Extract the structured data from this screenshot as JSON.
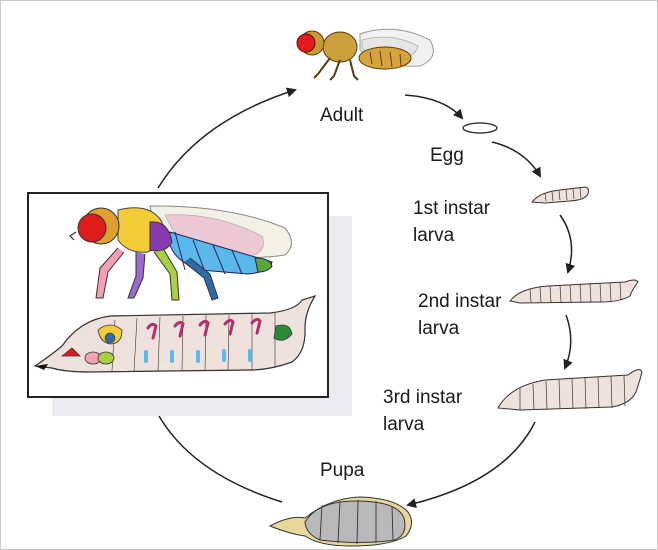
{
  "stages": {
    "adult": "Adult",
    "egg": "Egg",
    "larva1": [
      "1st instar",
      "larva"
    ],
    "larva2": [
      "2nd instar",
      "larva"
    ],
    "larva3": [
      "3rd instar",
      "larva"
    ],
    "pupa": "Pupa"
  },
  "colors": {
    "arrow": "#222222",
    "larva_fill": "#efe2dc",
    "pupa_fill": "#b9b9b9",
    "pupa_case": "#e7d79a",
    "adult_body": "#d6a53a",
    "adult_eye": "#e01b1b",
    "inset_shadow": "#e9ebee"
  }
}
